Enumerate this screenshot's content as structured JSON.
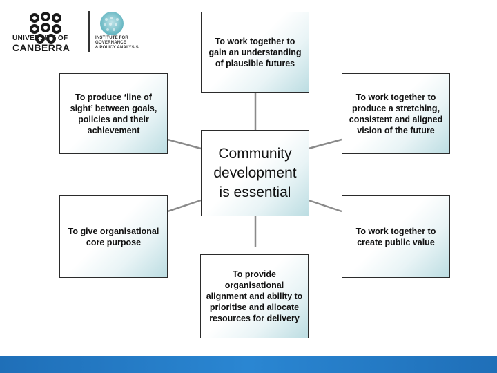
{
  "header": {
    "logo_university_line1": "UNIVERSITY OF",
    "logo_university_line2": "CANBERRA",
    "logo_institute_line1": "INSTITUTE FOR",
    "logo_institute_line2": "GOVERNANCE",
    "logo_institute_line3": "& POLICY ANALYSIS"
  },
  "diagram": {
    "center": "Community\ndevelopment\nis essential",
    "top": "To work together to\ngain an understanding\nof plausible futures",
    "upper_left": "To produce ‘line of\nsight’ between goals,\npolicies and their\nachievement",
    "upper_right": "To work together to\nproduce a stretching,\nconsistent and aligned\nvision of the future",
    "lower_left": "To give organisational\ncore purpose",
    "lower_right": "To work together to\ncreate public value",
    "bottom": "To provide\norganisational\nalignment and ability to\nprioritise and allocate\nresources for delivery"
  },
  "colors": {
    "connector": "#8a8a8a",
    "box_border": "#2b2b2b",
    "box_gradient_end": "#bcdde2",
    "bottom_bar": "#1f6fb8"
  }
}
